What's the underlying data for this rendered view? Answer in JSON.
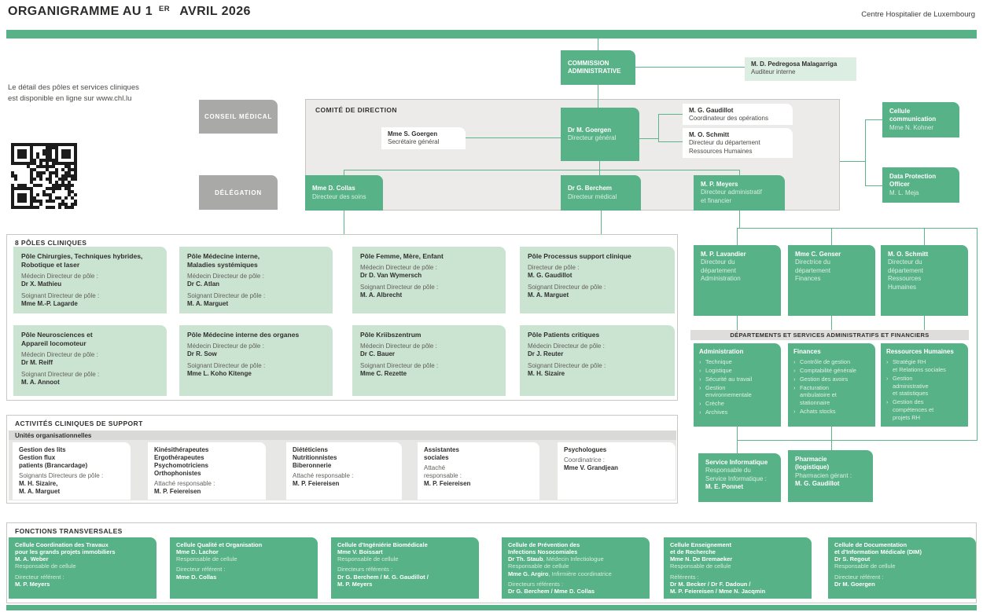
{
  "header": {
    "title_main": "ORGANIGRAMME AU 1",
    "title_sup": "ER",
    "title_rest": " AVRIL 2026",
    "org": "Centre Hospitalier de Luxembourg"
  },
  "note": {
    "line1": "Le détail des pôles et services cliniques",
    "line2": "est disponible en ligne sur www.chl.lu"
  },
  "nodes": {
    "commission": "COMMISSION\nADMINISTRATIVE",
    "auditor": {
      "name": "M. D. Pedregosa Malagarriga",
      "role": "Auditeur interne"
    },
    "conseil": "CONSEIL MÉDICAL",
    "delegation": "DÉLÉGATION",
    "comite": "COMITÉ DE DIRECTION",
    "secretaire": {
      "name": "Mme S. Goergen",
      "role": "Secrétaire général"
    },
    "dg": {
      "name": "Dr M. Goergen",
      "role": "Directeur général"
    },
    "coordinateur": {
      "name": "M. G. Gaudillot",
      "role": "Coordinateur des opérations"
    },
    "drh": {
      "name": "M. O. Schmitt",
      "role": "Directeur du département\nRessources Humaines"
    },
    "soins": {
      "name": "Mme D. Collas",
      "role": "Directeur des soins"
    },
    "medical": {
      "name": "Dr G. Berchem",
      "role": "Directeur médical"
    },
    "adminfin": {
      "name": "M. P. Meyers",
      "role": "Directeur administratif\net financier"
    },
    "comm_cell": {
      "name": "Cellule\ncommunication",
      "person": "Mme N. Kohner"
    },
    "dpo": {
      "name": "Data Protection\nOfficer",
      "person": "M. L. Meja"
    }
  },
  "poles": {
    "heading": "8 PÔLES CLINIQUES",
    "items": [
      {
        "title": "Pôle Chirurgies, Techniques hybrides,\nRobotique et laser",
        "roles": [
          {
            "label": "Médecin Directeur de pôle :",
            "name": "Dr X. Mathieu"
          },
          {
            "label": "Soignant Directeur de pôle :",
            "name": "Mme M.-P. Lagarde"
          }
        ]
      },
      {
        "title": "Pôle Médecine interne,\nMaladies systémiques",
        "roles": [
          {
            "label": "Médecin Directeur de pôle :",
            "name": "Dr C. Atlan"
          },
          {
            "label": "Soignant Directeur de pôle :",
            "name": "M. A. Marguet"
          }
        ]
      },
      {
        "title": "Pôle Femme, Mère, Enfant",
        "roles": [
          {
            "label": "Médecin Directeur de pôle :",
            "name": "Dr D. Van Wymersch"
          },
          {
            "label": "Soignant Directeur de pôle :",
            "name": "M. A. Albrecht"
          }
        ]
      },
      {
        "title": "Pôle Processus support clinique",
        "roles": [
          {
            "label": "Directeur de pôle :",
            "name": "M. G. Gaudillot"
          },
          {
            "label": "Soignant Directeur de pôle :",
            "name": "M. A. Marguet"
          }
        ]
      },
      {
        "title": "Pôle Neurosciences et\nAppareil locomoteur",
        "roles": [
          {
            "label": "Médecin Directeur de pôle :",
            "name": "Dr M. Reiff"
          },
          {
            "label": "Soignant Directeur de pôle :",
            "name": "M. A. Annoot"
          }
        ]
      },
      {
        "title": "Pôle Médecine interne des organes",
        "roles": [
          {
            "label": "Médecin Directeur de pôle :",
            "name": "Dr R. Sow"
          },
          {
            "label": "Soignant Directeur de pôle :",
            "name": "Mme L. Koho Kitenge"
          }
        ]
      },
      {
        "title": "Pôle Kriibszentrum",
        "roles": [
          {
            "label": "Médecin Directeur de pôle :",
            "name": "Dr C. Bauer"
          },
          {
            "label": "Soignant Directeur de pôle :",
            "name": "Mme C. Rezette"
          }
        ]
      },
      {
        "title": "Pôle Patients critiques",
        "roles": [
          {
            "label": "Médecin Directeur de pôle :",
            "name": "Dr J. Reuter"
          },
          {
            "label": "Soignant Directeur de pôle :",
            "name": "M. H. Sizaire"
          }
        ]
      }
    ]
  },
  "dept_directors": [
    {
      "name": "M. P. Lavandier",
      "role": "Directeur du\ndépartement\nAdministration"
    },
    {
      "name": "Mme C. Genser",
      "role": "Directrice du\ndépartement\nFinances"
    },
    {
      "name": "M. O. Schmitt",
      "role": "Directeur du\ndépartement\nRessources\nHumaines"
    }
  ],
  "departments": {
    "heading": "DÉPARTEMENTS ET SERVICES ADMINISTRATIFS ET FINANCIERS",
    "items": [
      {
        "title": "Administration",
        "entries": [
          "Technique",
          "Logistique",
          "Sécurité au travail",
          "Gestion\nenvironnementale",
          "Crèche",
          "Archives"
        ]
      },
      {
        "title": "Finances",
        "entries": [
          "Contrôle de gestion",
          "Comptabilité générale",
          "Gestion des avoirs",
          "Facturation\nambulatoire et\nstationnaire",
          "Achats stocks"
        ]
      },
      {
        "title": "Ressources Humaines",
        "entries": [
          "Stratégie RH\net Relations sociales",
          "Gestion\nadministrative\net statistiques",
          "Gestion des\ncompétences et\nprojets RH"
        ]
      }
    ]
  },
  "support": {
    "heading": "ACTIVITÉS CLINIQUES DE SUPPORT",
    "subheading": "Unités organisationnelles",
    "units": [
      {
        "lines": "Gestion des lits\nGestion flux\npatients (Brancardage)",
        "label": "Soignants Directeurs de pôle :",
        "names": "M. H. Sizaire,\nM. A. Marguet"
      },
      {
        "lines": "Kinésithérapeutes\nErgothérapeutes\nPsychomotriciens\nOrthophonistes",
        "label": "Attaché responsable :",
        "names": "M. P. Feiereisen"
      },
      {
        "lines": "Diététiciens\nNutritionnistes\nBiberonnerie",
        "label": "Attaché responsable :",
        "names": "M. P. Feiereisen"
      },
      {
        "lines": "Assistantes\nsociales",
        "label": "Attaché\nresponsable :",
        "names": "M. P. Feiereisen"
      },
      {
        "lines": "Psychologues",
        "label": "Coordinatrice :",
        "names": "Mme V. Grandjean"
      }
    ]
  },
  "services": [
    {
      "title": "Service Informatique",
      "label": "Responsable du\nService Informatique :",
      "name": "M. E. Ponnet"
    },
    {
      "title": "Pharmacie\n(logistique)",
      "label": "Pharmacien gérant :",
      "name": "M. G. Gaudillot"
    }
  ],
  "transversal": {
    "heading": "FONCTIONS TRANSVERSALES",
    "cells": [
      {
        "title": "Cellule Coordination des Travaux\npour les grands projets immobiliers",
        "body": [
          [
            {
              "t": "M. A. Weber",
              "b": 1
            }
          ],
          [
            {
              "t": "Responsable de cellule",
              "b": 0
            }
          ]
        ],
        "ref_label": "Directeur référent :",
        "refs": "M. P. Meyers"
      },
      {
        "title": "Cellule Qualité et Organisation",
        "body": [
          [
            {
              "t": "Mme D. Lachor",
              "b": 1
            }
          ],
          [
            {
              "t": "Responsable de cellule",
              "b": 0
            }
          ]
        ],
        "ref_label": "Directeur référent :",
        "refs": "Mme D. Collas"
      },
      {
        "title": "Cellule d'Ingéniérie Biomédicale",
        "body": [
          [
            {
              "t": "Mme V. Boissart",
              "b": 1
            }
          ],
          [
            {
              "t": "Responsable de cellule",
              "b": 0
            }
          ]
        ],
        "ref_label": "Directeurs référents :",
        "refs": "Dr G. Berchem / M. G. Gaudillot /\nM. P. Meyers"
      },
      {
        "title": "Cellule de Prévention des\nInfections Nosocomiales",
        "body": [
          [
            {
              "t": "Dr Th. Staub",
              "b": 1
            },
            {
              "t": ", Médecin Infectiologue",
              "b": 0
            }
          ],
          [
            {
              "t": "Responsable de cellule",
              "b": 0
            }
          ],
          [
            {
              "t": "Mme G. Argiro",
              "b": 1
            },
            {
              "t": ", Infirmière coordinatrice",
              "b": 0
            }
          ]
        ],
        "ref_label": "Directeurs référents :",
        "refs": "Dr G. Berchem / Mme D. Collas"
      },
      {
        "title": "Cellule Enseignement\net de Recherche",
        "body": [
          [
            {
              "t": "Mme N. De Bremaeker",
              "b": 1
            }
          ],
          [
            {
              "t": "Responsable de cellule",
              "b": 0
            }
          ]
        ],
        "ref_label": "Référents :",
        "refs": "Dr M. Becker / Dr F. Dadoun /\nM. P. Feiereisen / Mme N. Jacqmin"
      },
      {
        "title": "Cellule de Documentation\net d'Information Médicale (DIM)",
        "body": [
          [
            {
              "t": "Dr S. Regout",
              "b": 1
            }
          ],
          [
            {
              "t": "Responsable de cellule",
              "b": 0
            }
          ]
        ],
        "ref_label": "Directeur référent :",
        "refs": "Dr M. Goergen"
      }
    ]
  },
  "colors": {
    "brand_green": "#57b287",
    "pale_green": "#cbe3d1",
    "lighter_green": "#dcede2",
    "gray_box": "#a9a9a7"
  }
}
